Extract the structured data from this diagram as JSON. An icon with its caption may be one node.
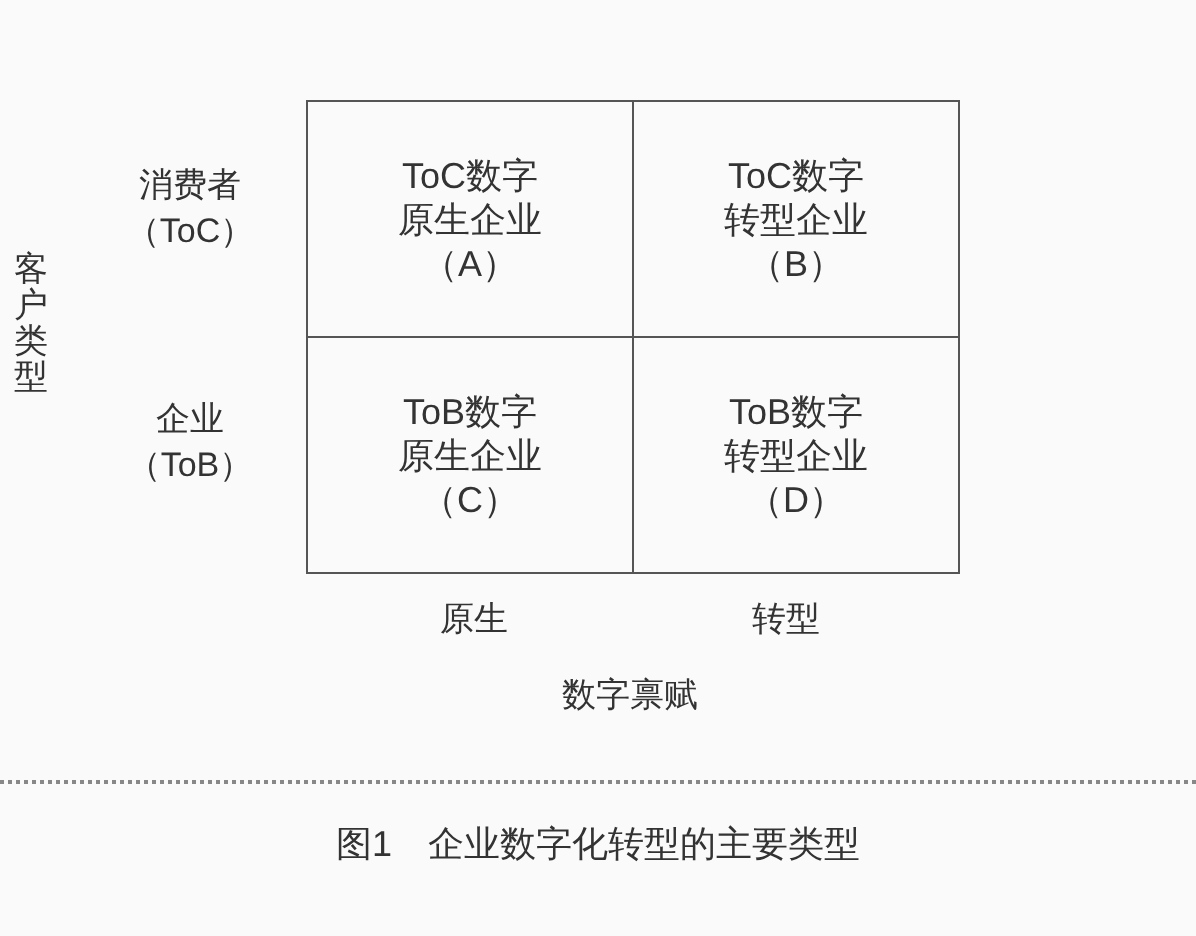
{
  "diagram": {
    "caption": "图1　企业数字化转型的主要类型",
    "nodes": [
      {
        "text": [
          "ToC数字原生企业（A）"
        ]
      },
      {
        "text": [
          "ToC数字转型企业（B）"
        ]
      },
      {
        "text": [
          "ToB数字原生企业（C）"
        ]
      },
      {
        "text": [
          "ToB数字转型企业（D）"
        ]
      }
    ],
    "labels": [
      "客户类型",
      "消费者（ToC）",
      "企业（ToB）",
      "原生",
      "转型",
      "数字禀赋"
    ]
  }
}
